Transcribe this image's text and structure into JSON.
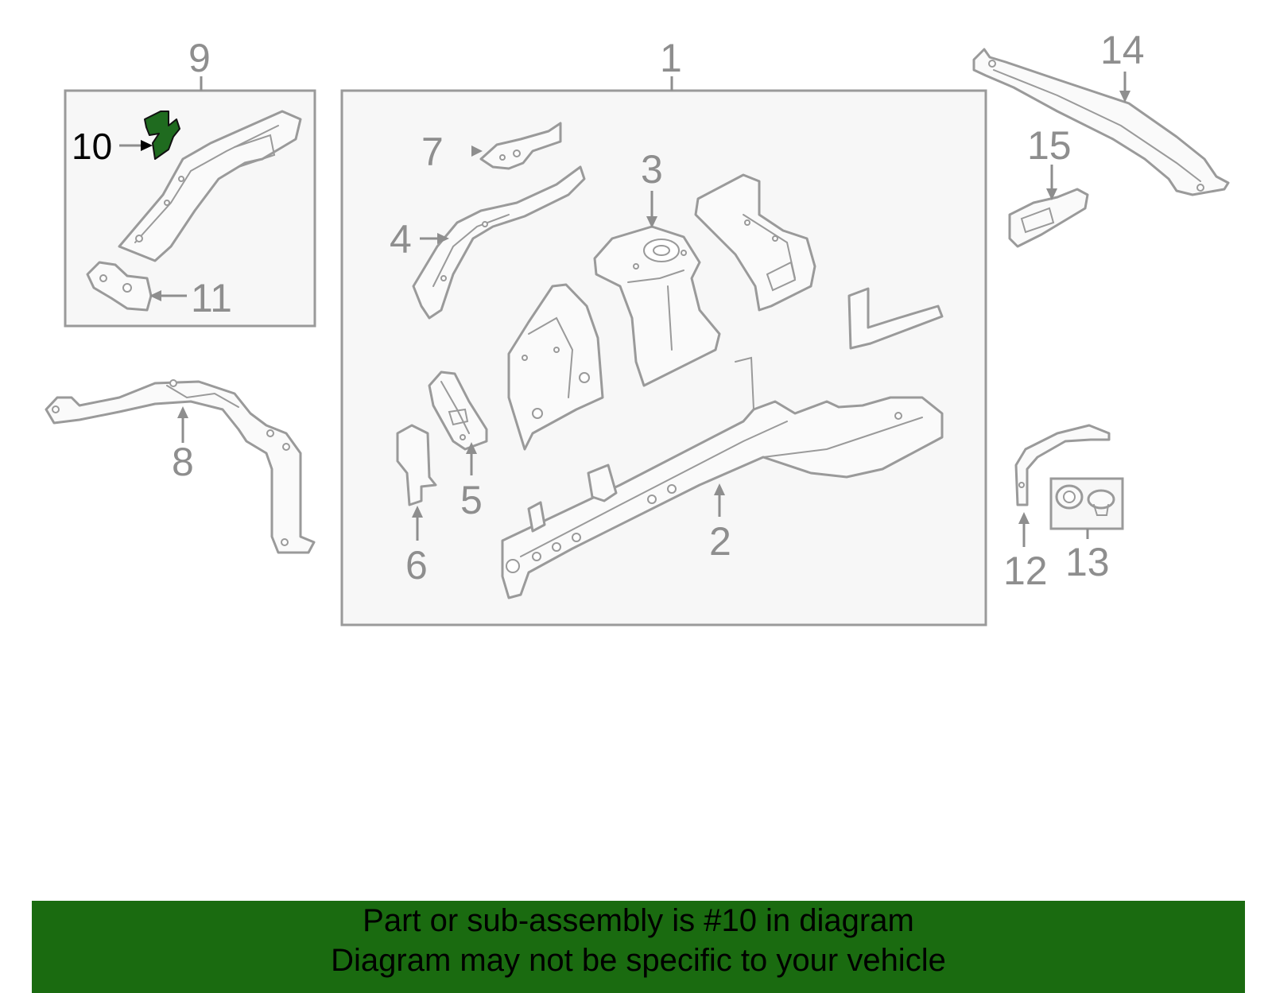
{
  "colors": {
    "highlight": "#1f6b1f",
    "banner_bg": "#1a6b10",
    "line_gray": "#9a9a9a",
    "label_gray": "#8e8e8e"
  },
  "callouts": {
    "c1": "1",
    "c2": "2",
    "c3": "3",
    "c4": "4",
    "c5": "5",
    "c6": "6",
    "c7": "7",
    "c8": "8",
    "c9": "9",
    "c10": "10",
    "c11": "11",
    "c12": "12",
    "c13": "13",
    "c14": "14",
    "c15": "15"
  },
  "highlighted_part": "10",
  "banner": {
    "line1": "Part or sub-assembly is #10 in diagram",
    "line2": "Diagram may not be specific to your vehicle"
  }
}
